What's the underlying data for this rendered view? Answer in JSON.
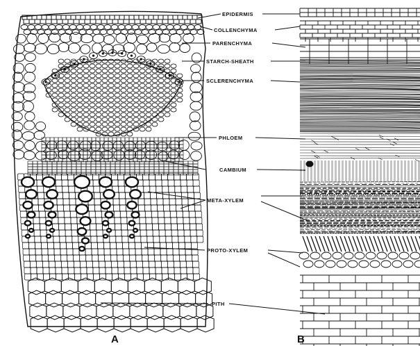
{
  "figure": {
    "labels": {
      "epidermis": "EPIDERMIS",
      "collenchyma": "COLLENCHYMA",
      "parenchyma": "PARENCHYMA",
      "starch_sheath": "STARCH-SHEATH",
      "sclerenchyma": "SCLERENCHYMA",
      "phloem": "PHLOEM",
      "cambium": "CAMBIUM",
      "meta_xylem": "META-XYLEM",
      "proto_xylem": "PROTO-XYLEM",
      "pith": "PITH"
    },
    "panels": {
      "a": "A",
      "b": "B"
    },
    "colors": {
      "ink": "#111111",
      "paper": "#ffffff"
    }
  }
}
